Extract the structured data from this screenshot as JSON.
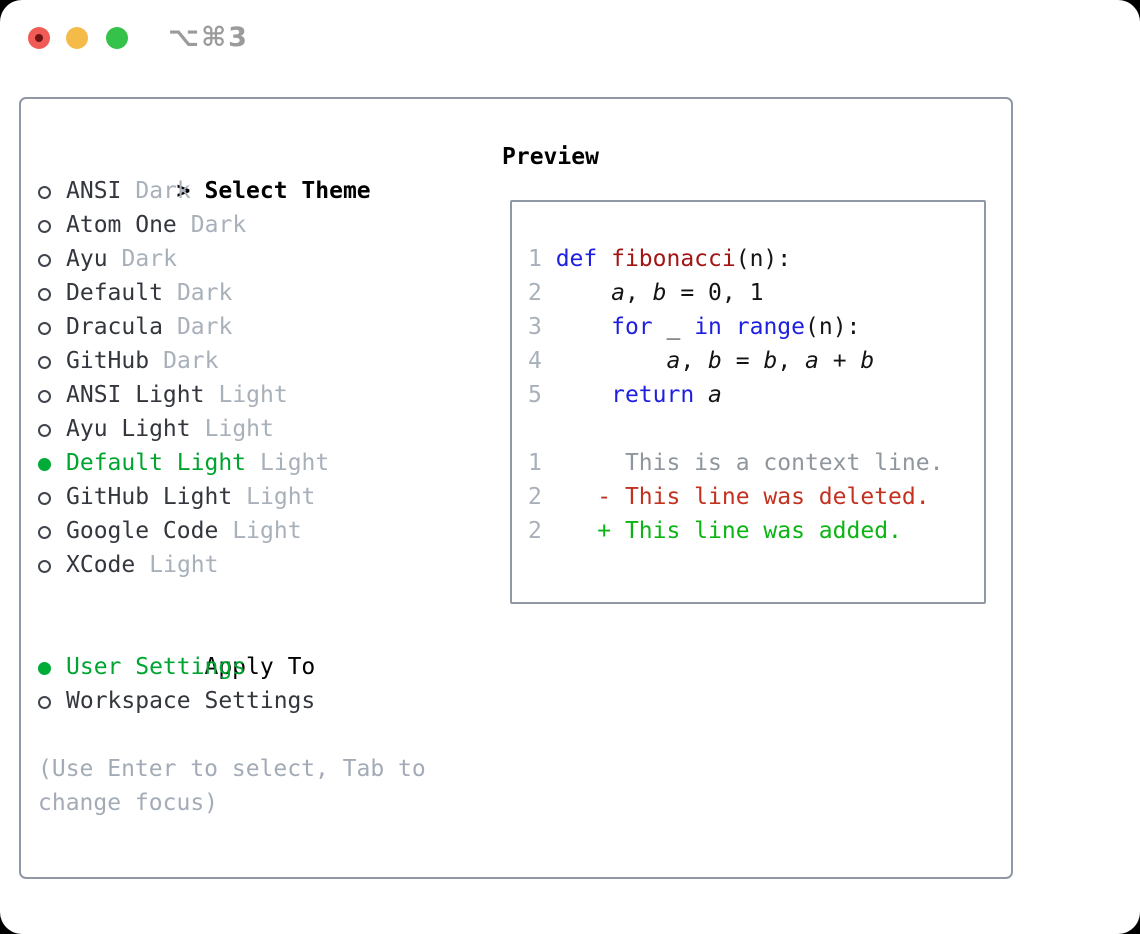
{
  "titlebar": {
    "shortcut": "⌥⌘3"
  },
  "sidebar": {
    "header": {
      "marker": ">",
      "label": "Select Theme"
    },
    "themes": [
      {
        "name": "ANSI",
        "variant": "Dark",
        "selected": false
      },
      {
        "name": "Atom One",
        "variant": "Dark",
        "selected": false
      },
      {
        "name": "Ayu",
        "variant": "Dark",
        "selected": false
      },
      {
        "name": "Default",
        "variant": "Dark",
        "selected": false
      },
      {
        "name": "Dracula",
        "variant": "Dark",
        "selected": false
      },
      {
        "name": "GitHub",
        "variant": "Dark",
        "selected": false
      },
      {
        "name": "ANSI Light",
        "variant": "Light",
        "selected": false
      },
      {
        "name": "Ayu Light",
        "variant": "Light",
        "selected": false
      },
      {
        "name": "Default Light",
        "variant": "Light",
        "selected": true
      },
      {
        "name": "GitHub Light",
        "variant": "Light",
        "selected": false
      },
      {
        "name": "Google Code",
        "variant": "Light",
        "selected": false
      },
      {
        "name": "XCode",
        "variant": "Light",
        "selected": false
      }
    ],
    "apply_to": {
      "label": "Apply To",
      "options": [
        {
          "name": "User Settings",
          "selected": true
        },
        {
          "name": "Workspace Settings",
          "selected": false
        }
      ]
    },
    "help": [
      "(Use Enter to select, Tab to",
      "change focus)"
    ]
  },
  "preview": {
    "title": "Preview",
    "code_lines": [
      {
        "segments": [
          {
            "t": "1 ",
            "c": "ln"
          },
          {
            "t": "def ",
            "c": "kw"
          },
          {
            "t": "fibonacci",
            "c": "fn"
          },
          {
            "t": "(n):",
            "c": "pl"
          }
        ]
      },
      {
        "segments": [
          {
            "t": "2 ",
            "c": "ln"
          },
          {
            "t": "    ",
            "c": "pl"
          },
          {
            "t": "a",
            "c": "va"
          },
          {
            "t": ", ",
            "c": "pl"
          },
          {
            "t": "b",
            "c": "va"
          },
          {
            "t": " = 0, 1",
            "c": "pl"
          }
        ]
      },
      {
        "segments": [
          {
            "t": "3 ",
            "c": "ln"
          },
          {
            "t": "    ",
            "c": "pl"
          },
          {
            "t": "for",
            "c": "kw"
          },
          {
            "t": " _ ",
            "c": "pl"
          },
          {
            "t": "in",
            "c": "kw"
          },
          {
            "t": " ",
            "c": "pl"
          },
          {
            "t": "range",
            "c": "kw"
          },
          {
            "t": "(n):",
            "c": "pl"
          }
        ]
      },
      {
        "segments": [
          {
            "t": "4 ",
            "c": "ln"
          },
          {
            "t": "        ",
            "c": "pl"
          },
          {
            "t": "a",
            "c": "va"
          },
          {
            "t": ", ",
            "c": "pl"
          },
          {
            "t": "b",
            "c": "va"
          },
          {
            "t": " = ",
            "c": "pl"
          },
          {
            "t": "b",
            "c": "va"
          },
          {
            "t": ", ",
            "c": "pl"
          },
          {
            "t": "a",
            "c": "va"
          },
          {
            "t": " + ",
            "c": "pl"
          },
          {
            "t": "b",
            "c": "va"
          }
        ]
      },
      {
        "segments": [
          {
            "t": "5 ",
            "c": "ln"
          },
          {
            "t": "    ",
            "c": "pl"
          },
          {
            "t": "return",
            "c": "kw"
          },
          {
            "t": " ",
            "c": "pl"
          },
          {
            "t": "a",
            "c": "va"
          }
        ]
      },
      {
        "segments": []
      },
      {
        "segments": [
          {
            "t": "1",
            "c": "ln"
          },
          {
            "t": "      This is a context line.",
            "c": "ctx"
          }
        ]
      },
      {
        "segments": [
          {
            "t": "2",
            "c": "ln"
          },
          {
            "t": "    ",
            "c": "pl"
          },
          {
            "t": "- This line was deleted.",
            "c": "del"
          }
        ]
      },
      {
        "segments": [
          {
            "t": "2",
            "c": "ln"
          },
          {
            "t": "    ",
            "c": "pl"
          },
          {
            "t": "+ This line was added.",
            "c": "add"
          }
        ]
      }
    ]
  },
  "colors": {
    "keyword": "#1e1ee0",
    "function_name": "#a31515",
    "plain": "#141414",
    "line_number": "#a8b0ba",
    "context": "#8f969e",
    "deleted": "#c33220",
    "added": "#0cb514",
    "selected_green": "#00a530",
    "dot_green": "#00ab38",
    "ring": "#41464e",
    "muted": "#a8b0ba",
    "text_dark": "#33373d",
    "help": "#a3abb6",
    "border": "#8f98a4",
    "shortcut": "#9b9b9b",
    "traffic_red": "#f15b55",
    "traffic_red_dot": "#6d1413",
    "traffic_yellow": "#f4bb48",
    "traffic_green": "#35c24a"
  }
}
